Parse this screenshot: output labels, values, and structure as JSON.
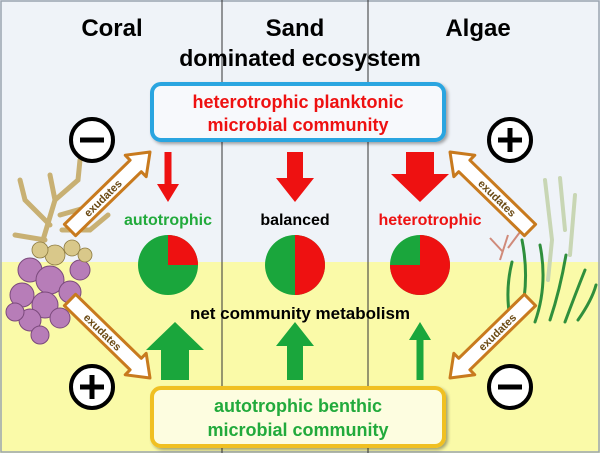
{
  "columns": [
    {
      "label": "Coral",
      "trophic": "autotrophic",
      "trophic_color": "#22aa3c",
      "hetero_fraction": 0.25,
      "down_arrow": "small",
      "up_arrow": "large"
    },
    {
      "label": "Sand",
      "trophic": "balanced",
      "trophic_color": "#000000",
      "hetero_fraction": 0.5,
      "down_arrow": "medium",
      "up_arrow": "medium"
    },
    {
      "label": "Algae",
      "trophic": "heterotrophic",
      "trophic_color": "#ee1111",
      "hetero_fraction": 0.75,
      "down_arrow": "large",
      "up_arrow": "small"
    }
  ],
  "subtitle": "dominated ecosystem",
  "top_box": {
    "line1": "heterotrophic planktonic",
    "line2": "microbial community",
    "text_color": "#ee1111",
    "border_color": "#2aa5e0"
  },
  "bottom_box": {
    "line1": "autotrophic benthic",
    "line2": "microbial community",
    "text_color": "#22aa3c",
    "border_color": "#f0c020"
  },
  "middle_label": "net community metabolism",
  "exudates_label": "exudates",
  "signs": {
    "top_left": "minus",
    "top_right": "plus",
    "bottom_left": "plus",
    "bottom_right": "minus"
  },
  "colors": {
    "water": "#eff3f8",
    "sediment": "#fafaa8",
    "autotrophic": "#1aa63c",
    "heterotrophic": "#ee1111",
    "exudate_arrow": "#c87a1e"
  }
}
